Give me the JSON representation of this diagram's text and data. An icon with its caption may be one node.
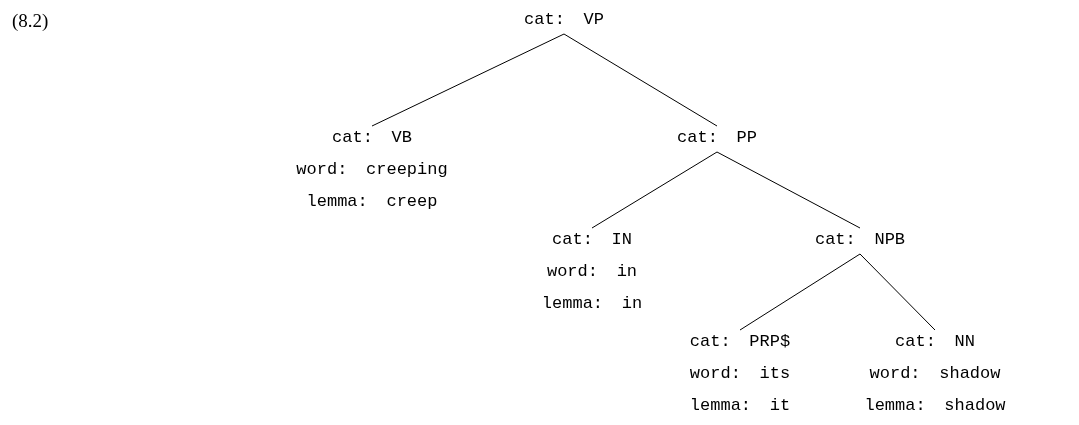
{
  "diagram": {
    "nodes": [
      {
        "text": [
          "cat: VP"
        ]
      },
      {
        "text": [
          "cat: VB",
          "word: creeping",
          "lemma: creep"
        ]
      },
      {
        "text": [
          "cat: PP"
        ]
      },
      {
        "text": [
          "cat: IN",
          "word: in",
          "lemma: in"
        ]
      },
      {
        "text": [
          "cat: NPB"
        ]
      },
      {
        "text": [
          "cat: PRP$",
          "word: its",
          "lemma: it"
        ]
      },
      {
        "text": [
          "cat: NN",
          "word: shadow",
          "lemma: shadow"
        ]
      }
    ],
    "edges": [
      {
        "from": 0,
        "to": 1,
        "arrow": "none"
      },
      {
        "from": 0,
        "to": 2,
        "arrow": "none"
      },
      {
        "from": 2,
        "to": 3,
        "arrow": "none"
      },
      {
        "from": 2,
        "to": 4,
        "arrow": "none"
      },
      {
        "from": 4,
        "to": 5,
        "arrow": "none"
      },
      {
        "from": 4,
        "to": 6,
        "arrow": "none"
      }
    ],
    "labels": [
      "(8.2)"
    ]
  }
}
